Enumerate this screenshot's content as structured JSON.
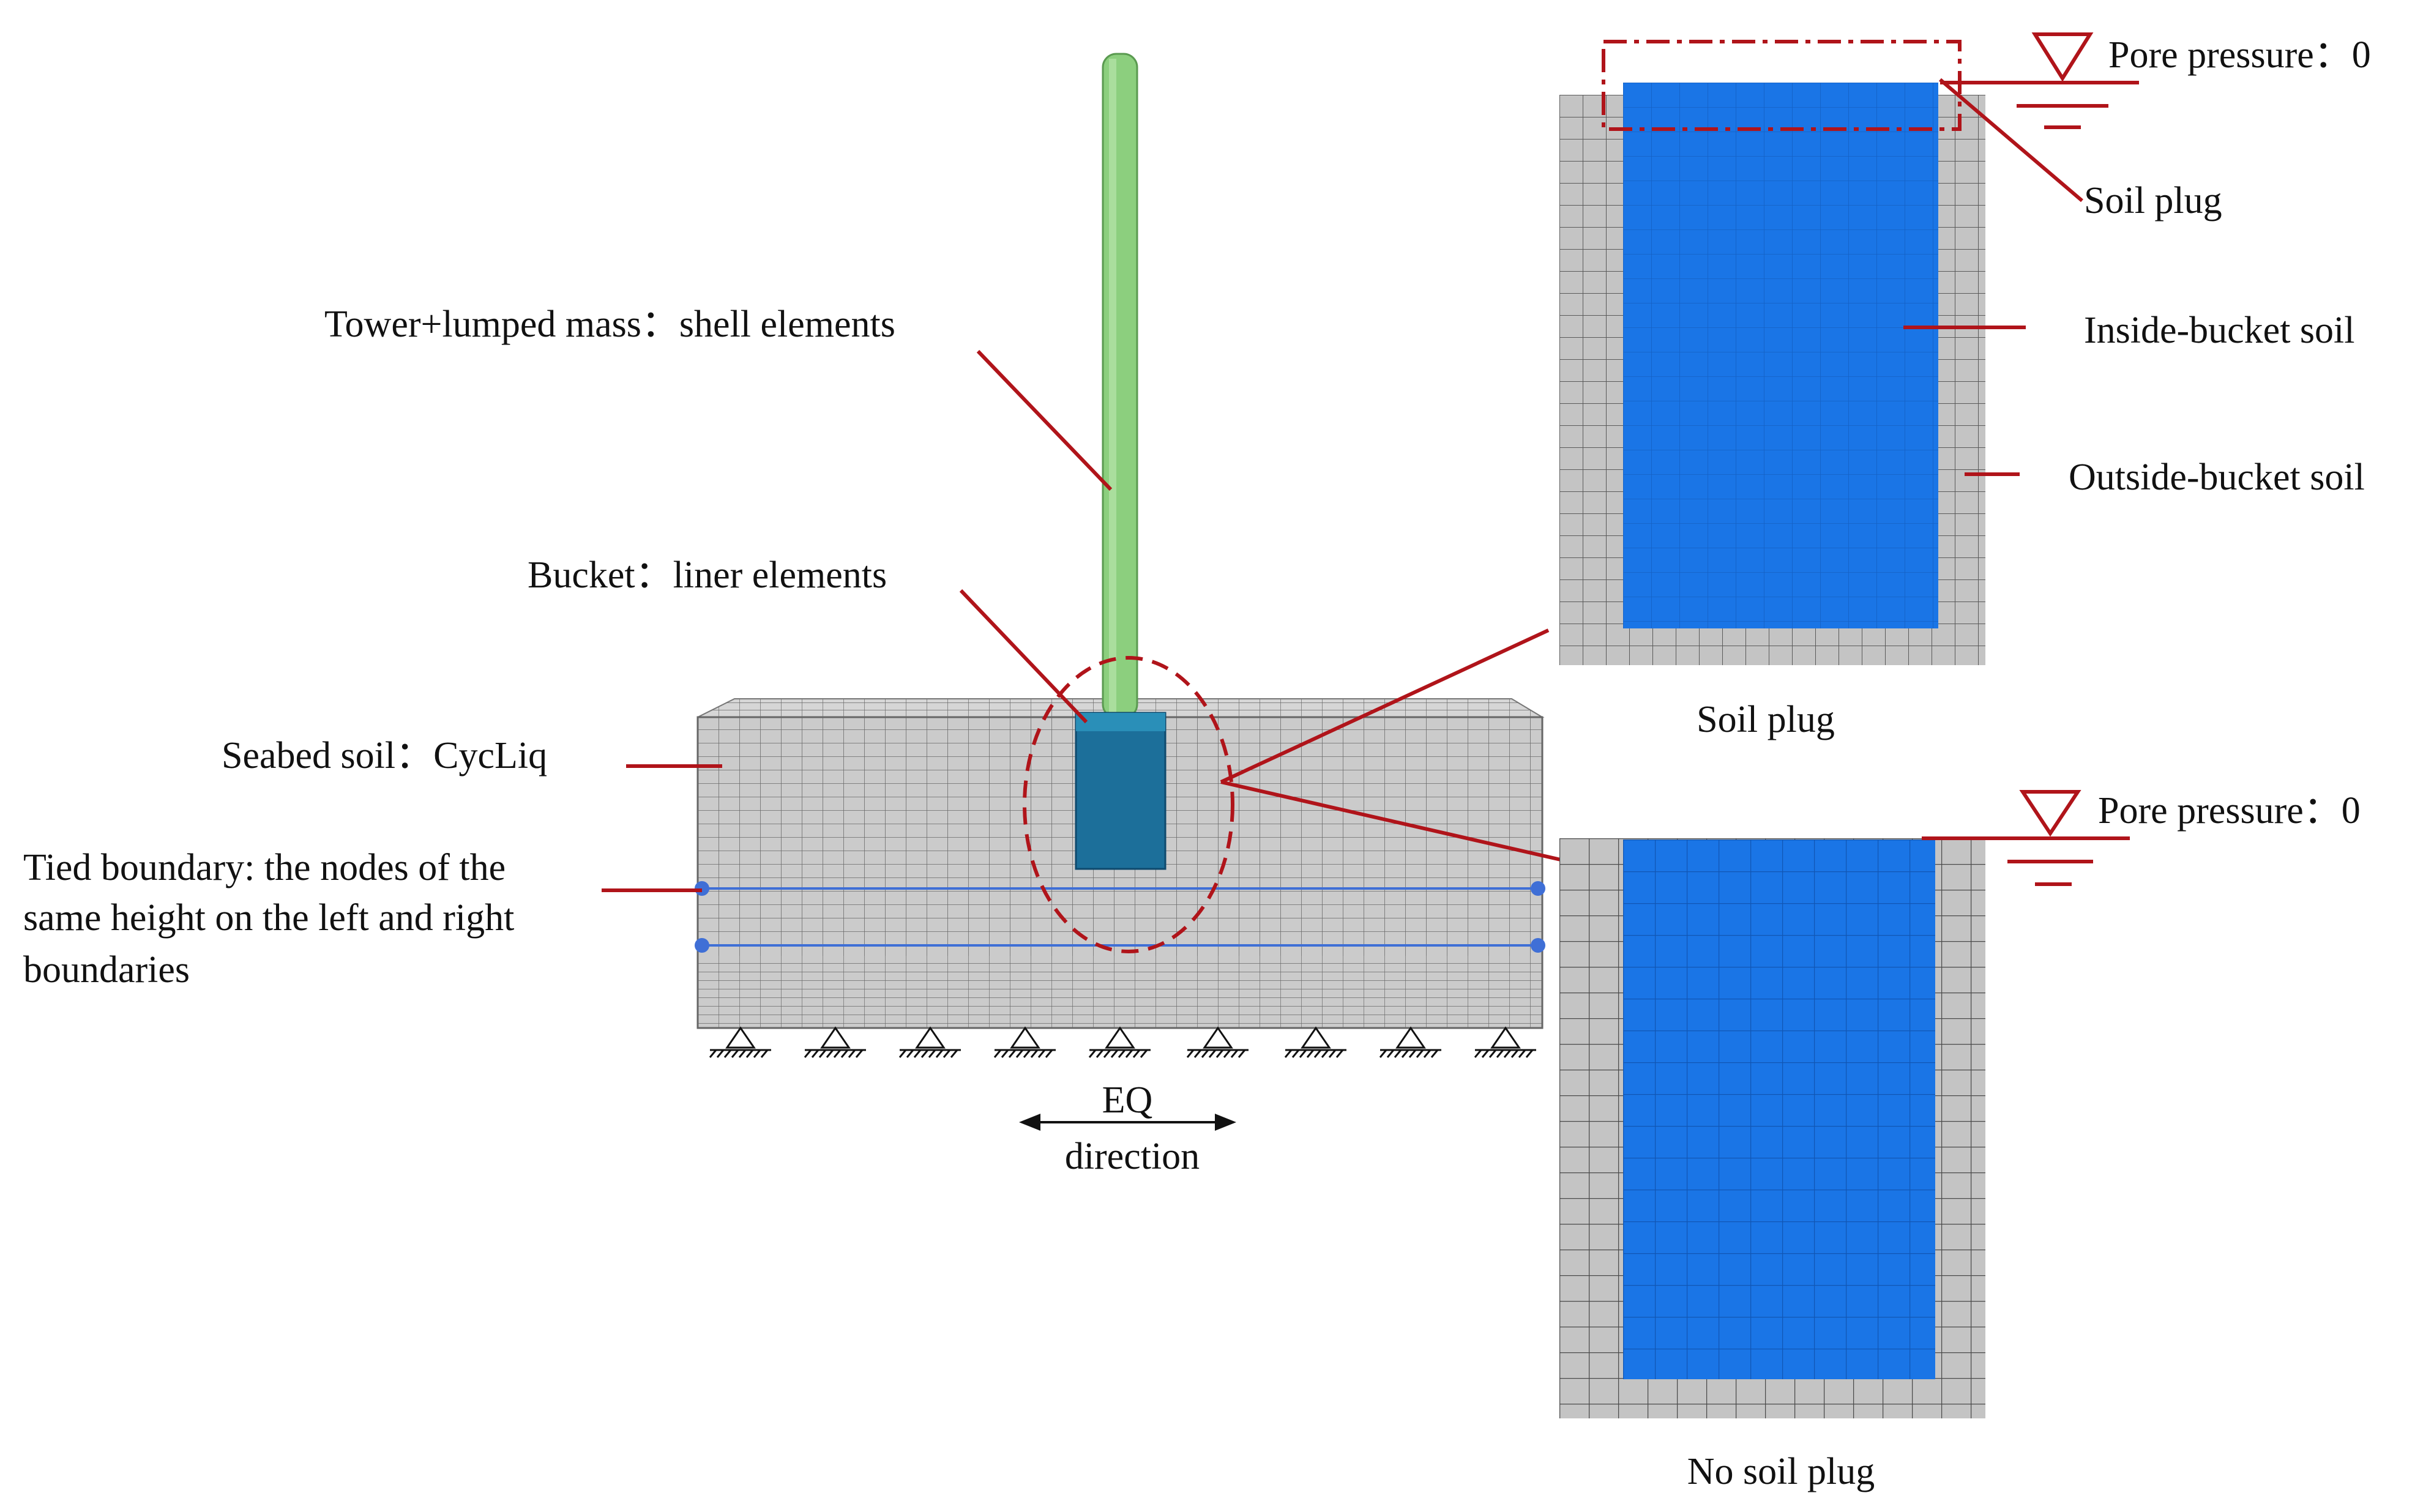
{
  "labels": {
    "tower": "Tower+lumped mass：shell elements",
    "bucket": "Bucket：liner elements",
    "seabed": "Seabed soil：CycLiq",
    "tied_line1": "Tied boundary: the nodes of the",
    "tied_line2": "same height on the left and right",
    "tied_line3": "boundaries",
    "eq_line1": "EQ",
    "eq_line2": "direction",
    "pore_top": "Pore pressure：0",
    "soil_plug_label": "Soil plug",
    "inside_soil": "Inside-bucket soil",
    "outside_soil": "Outside-bucket soil",
    "caption_plug": "Soil plug",
    "pore_bottom": "Pore pressure：0",
    "caption_noplug": "No soil plug"
  },
  "colors": {
    "leader": "#b0141a",
    "tower": "#8ccf7e",
    "tower_edge": "#5a9a50",
    "mesh_bg": "#c9c9c9",
    "mesh_line": "#5c5c5c",
    "inside_soil": "#1a75e6",
    "bucket_fill": "#1c6f9a",
    "tied_line": "#3f6fd6"
  },
  "icons": [
    "water-level-triangle-icon",
    "fixed-support-icon",
    "double-arrow-icon"
  ]
}
